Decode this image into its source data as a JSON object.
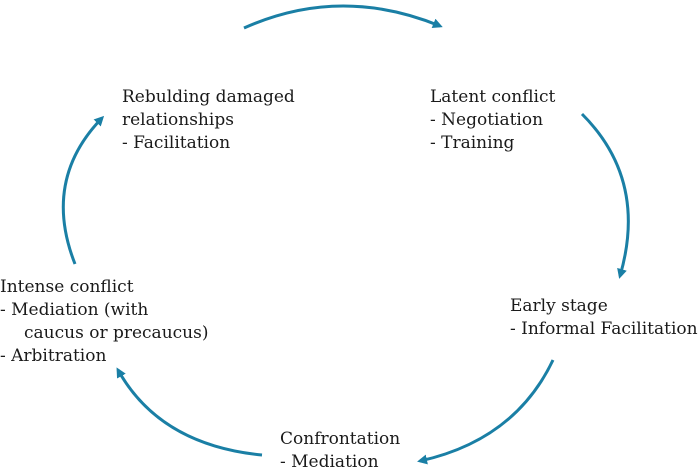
{
  "colors": {
    "arrow": "#1a7fa5",
    "text": "#1a1a1a"
  },
  "stages": {
    "rebuild": {
      "title": "Rebulding damaged",
      "line2": "relationships",
      "items": [
        "- Facilitation"
      ]
    },
    "latent": {
      "title": "Latent conflict",
      "items": [
        "- Negotiation",
        "- Training"
      ]
    },
    "early": {
      "title": "Early stage",
      "items": [
        "- Informal Facilitation"
      ]
    },
    "confrontation": {
      "title": "Confrontation",
      "items": [
        "- Mediation"
      ]
    },
    "intense": {
      "title": "Intense conflict",
      "items": [
        "- Mediation (with",
        "caucus or precaucus)",
        "- Arbitration"
      ]
    }
  }
}
